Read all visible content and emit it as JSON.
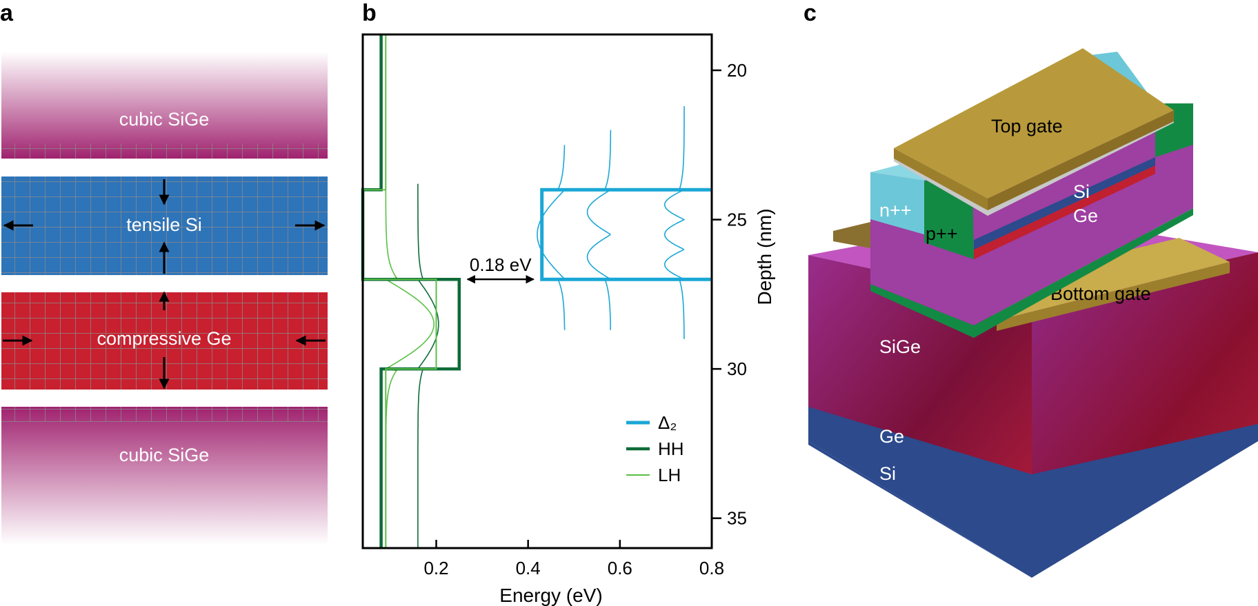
{
  "panels": {
    "a": {
      "label": "a",
      "layers": [
        {
          "name": "top-sige",
          "text": "cubic SiGe"
        },
        {
          "name": "tensile-si",
          "text": "tensile Si"
        },
        {
          "name": "compressive-ge",
          "text": "compressive Ge"
        },
        {
          "name": "bottom-sige",
          "text": "cubic SiGe"
        }
      ],
      "colors": {
        "sige": "#a0226f",
        "si": "#2e74b8",
        "ge": "#c8202f",
        "grid": "#8a8a8a"
      }
    },
    "b": {
      "label": "b"
    },
    "c": {
      "label": "c",
      "labels": {
        "top_gate": "Top gate",
        "bottom_gate": "Bottom gate",
        "n_contact": "n++",
        "p_contact": "p++",
        "si_layer": "Si",
        "ge_layer": "Ge",
        "sige_substrate": "SiGe",
        "ge_substrate": "Ge",
        "si_substrate": "Si"
      },
      "colors": {
        "gate": "#b89a3c",
        "sige": "#a040a0",
        "si": "#2c4a8c",
        "ge": "#a02040",
        "n_contact": "#6cc8d8",
        "p_contact": "#138a44",
        "oxide": "#c8c8c8"
      }
    }
  },
  "chart_data": {
    "type": "line",
    "xlabel": "Energy (eV)",
    "ylabel": "Depth (nm)",
    "xlim": [
      0.04,
      0.8
    ],
    "ylim": [
      36,
      18.8
    ],
    "y_inverted": true,
    "xticks": [
      "0.2",
      "0.4",
      "0.6",
      "0.8"
    ],
    "yticks": [
      "20",
      "25",
      "30",
      "35"
    ],
    "x_tick_values": [
      0.2,
      0.4,
      0.6,
      0.8
    ],
    "y_tick_values": [
      20,
      25,
      30,
      35
    ],
    "annotation": "0.18 eV",
    "annotation_arrow": [
      0.25,
      0.43
    ],
    "legend_placement": "bottom-right",
    "series": [
      {
        "name": "Δ₂",
        "color": "#1aa7d6",
        "role": "band",
        "x": [
          0.8,
          0.43,
          0.43,
          0.8
        ],
        "y": [
          24.0,
          24.0,
          27.0,
          27.0
        ]
      },
      {
        "name": "HH",
        "color": "#0e6b38",
        "role": "band",
        "x": [
          0.08,
          0.08,
          0.04,
          0.04,
          0.25,
          0.25,
          0.08,
          0.08
        ],
        "y": [
          18.8,
          24.0,
          24.0,
          27.0,
          27.0,
          30.0,
          30.0,
          36.0
        ]
      },
      {
        "name": "LH",
        "color": "#5abf45",
        "role": "band",
        "x": [
          0.09,
          0.09,
          0.04,
          0.04,
          0.2,
          0.2,
          0.09,
          0.09
        ],
        "y": [
          18.8,
          24.0,
          24.0,
          27.0,
          27.0,
          30.0,
          30.0,
          36.0
        ]
      }
    ],
    "wavefunctions": [
      {
        "band": "HH",
        "baseline": 0.16,
        "amplitude": 0.045,
        "mode": 1,
        "y_range": [
          23.8,
          36.0
        ],
        "color": "#0e6b38"
      },
      {
        "band": "LH",
        "baseline": 0.09,
        "amplitude": 0.105,
        "mode": 1,
        "y_range": [
          24.0,
          36.0
        ],
        "color": "#5abf45"
      },
      {
        "band": "Δ₂",
        "baseline": 0.48,
        "amplitude": 0.06,
        "mode": 1,
        "y_range": [
          22.5,
          28.7
        ],
        "color": "#1aa7d6"
      },
      {
        "band": "Δ₂",
        "baseline": 0.58,
        "amplitude": 0.06,
        "mode": 2,
        "y_range": [
          22.0,
          28.7
        ],
        "color": "#1aa7d6"
      },
      {
        "band": "Δ₂",
        "baseline": 0.74,
        "amplitude": 0.05,
        "mode": 3,
        "y_range": [
          21.2,
          29.0
        ],
        "color": "#1aa7d6"
      }
    ]
  }
}
